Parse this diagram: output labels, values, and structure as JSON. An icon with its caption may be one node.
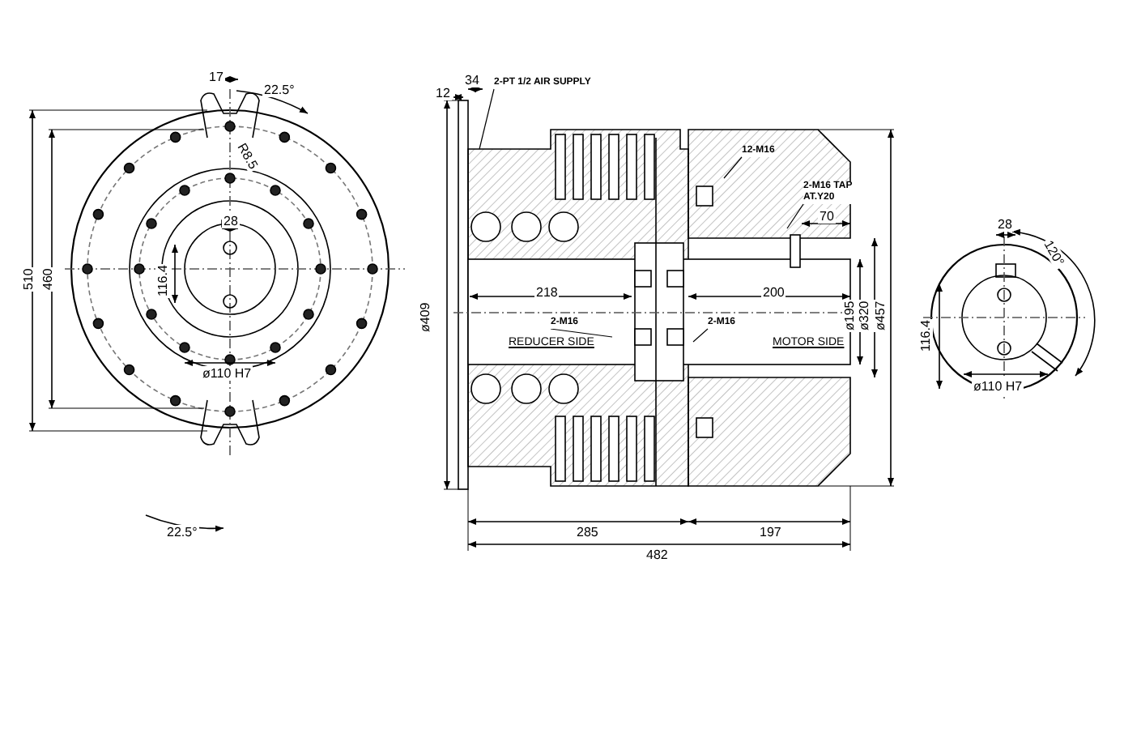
{
  "diagram": {
    "nodes": [
      {
        "text": [
          "2-PT 1/2 AIR SUPPLY"
        ]
      },
      {
        "text": [
          "12-M16"
        ]
      },
      {
        "text": [
          "2-M16 TAP AT.Y20"
        ]
      },
      {
        "text": [
          "2-M16"
        ]
      },
      {
        "text": [
          "2-M16"
        ]
      }
    ],
    "edges": [
      {
        "from": 0,
        "to": null,
        "arrow": "none"
      },
      {
        "from": 1,
        "to": null,
        "arrow": "none"
      },
      {
        "from": 2,
        "to": null,
        "arrow": "none"
      },
      {
        "from": 3,
        "to": null,
        "arrow": "none"
      },
      {
        "from": 4,
        "to": null,
        "arrow": "none"
      }
    ],
    "labels": [
      "17",
      "22.5°",
      "R8.5",
      "28",
      "510",
      "460",
      "116.4",
      "ø110 H7",
      "22.5°",
      "12",
      "34",
      "ø409",
      "218",
      "200",
      "REDUCER SIDE",
      "MOTOR SIDE",
      "70",
      "ø195",
      "ø320",
      "ø457",
      "285",
      "197",
      "482",
      "28",
      "120°",
      "116.4",
      "ø110 H7"
    ]
  }
}
